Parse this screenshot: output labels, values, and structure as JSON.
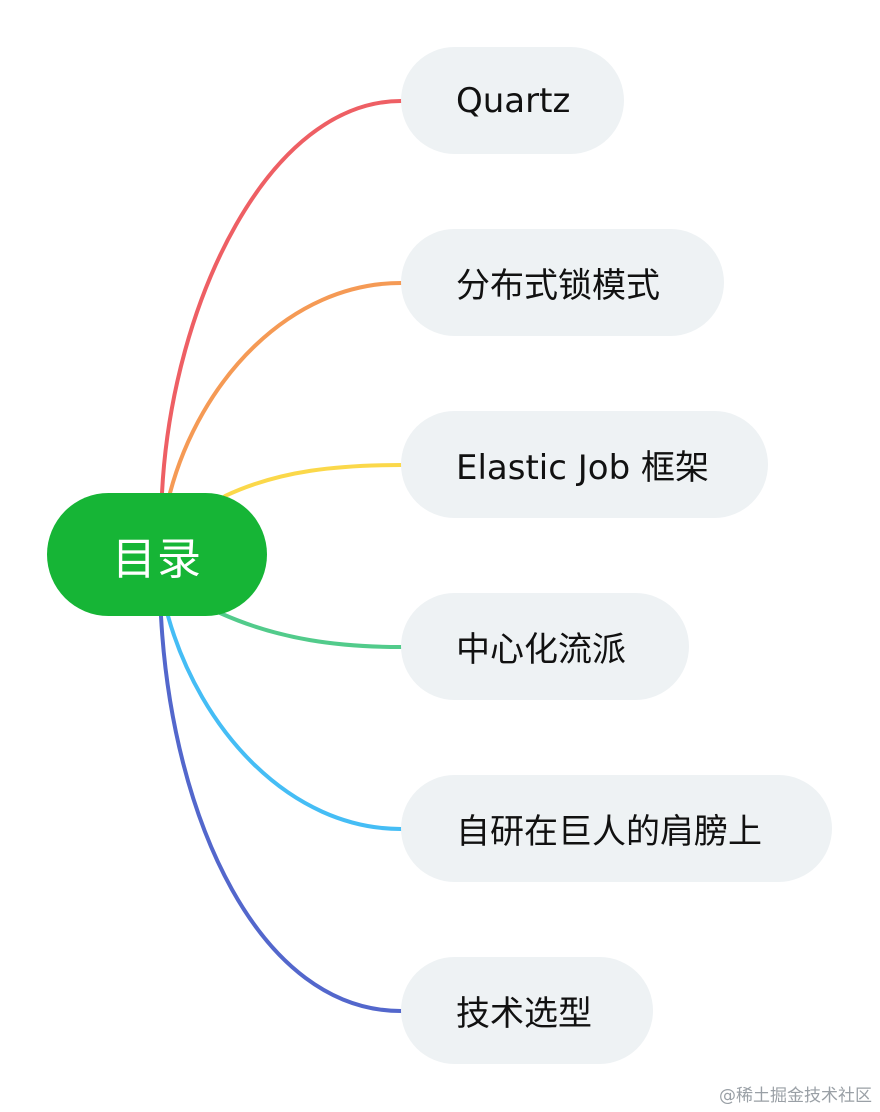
{
  "root": {
    "label": "目录",
    "color": "#16b536"
  },
  "branches": [
    {
      "label": "Quartz",
      "color": "#ee5f64"
    },
    {
      "label": "分布式锁模式",
      "color": "#f59a55"
    },
    {
      "label": "Elastic Job 框架",
      "color": "#fbd84a"
    },
    {
      "label": "中心化流派",
      "color": "#52cb8b"
    },
    {
      "label": "自研在巨人的肩膀上",
      "color": "#45bdf5"
    },
    {
      "label": "技术选型",
      "color": "#5367cc"
    }
  ],
  "watermark": "@稀土掘金技术社区"
}
